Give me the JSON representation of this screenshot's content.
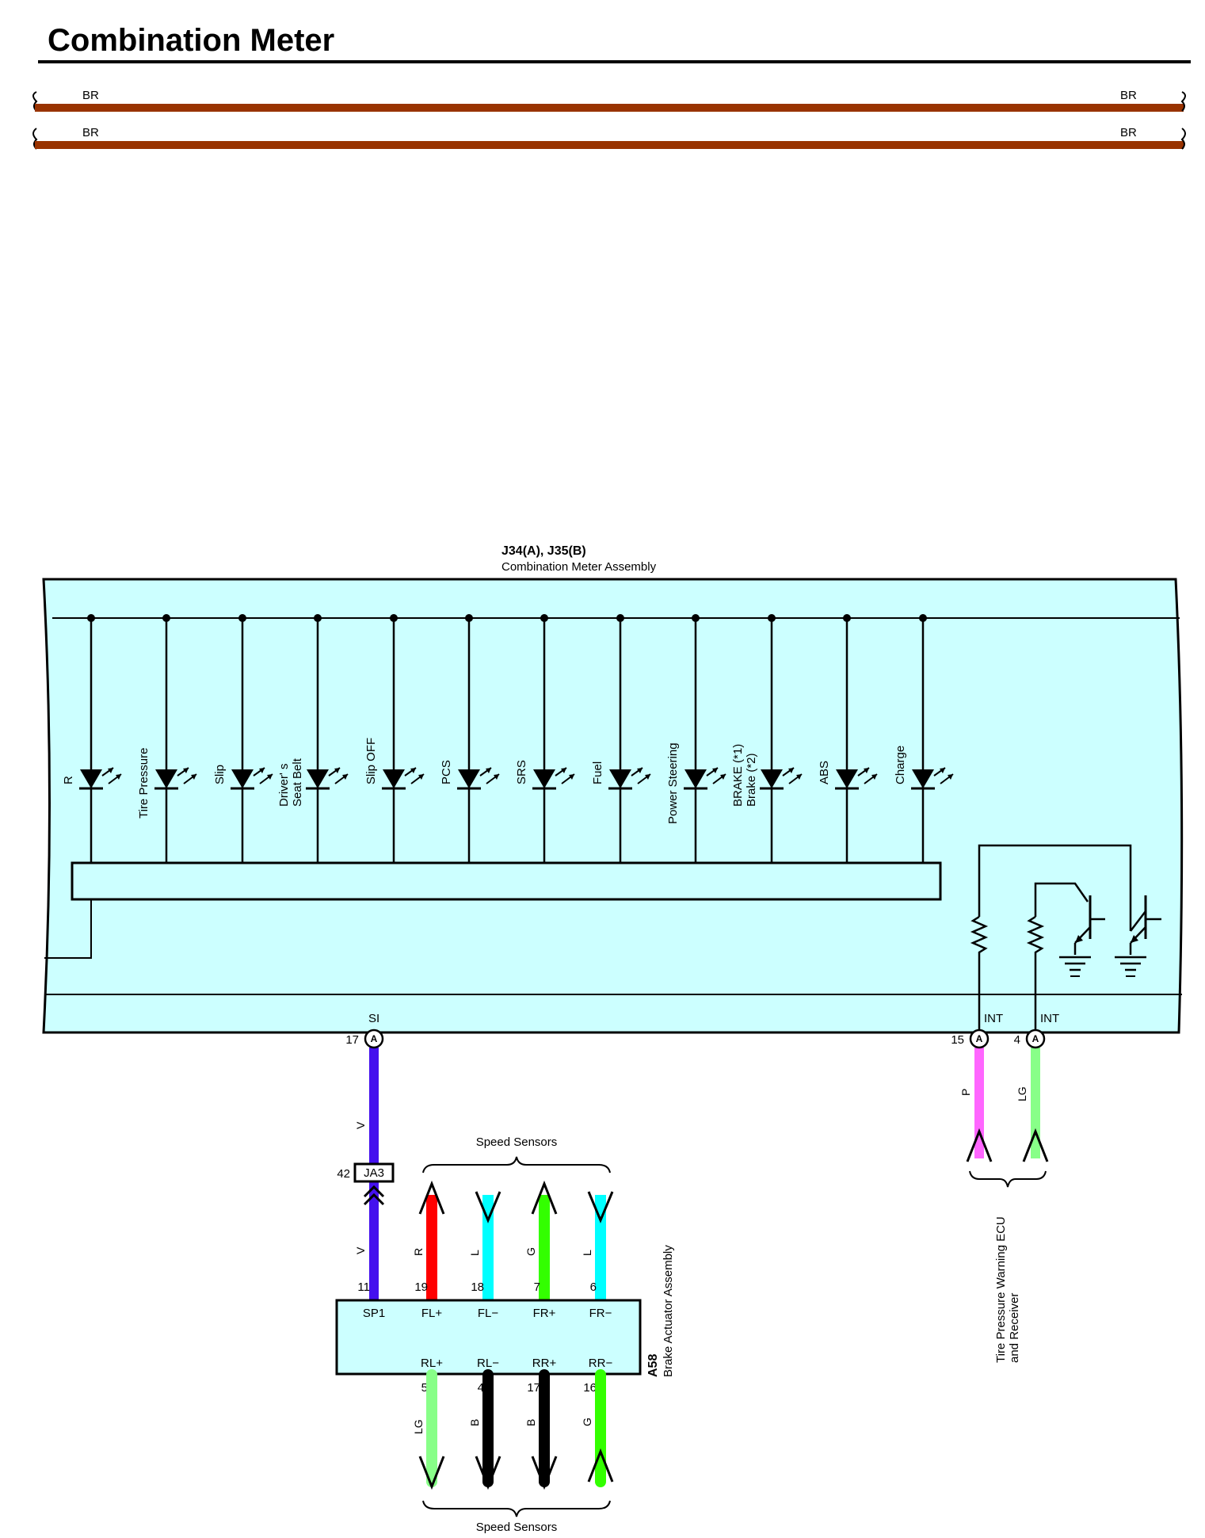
{
  "title": "Combination Meter",
  "bus_lines": [
    {
      "left_label": "BR",
      "right_label": "BR",
      "color": "#993300"
    },
    {
      "left_label": "BR",
      "right_label": "BR",
      "color": "#993300"
    }
  ],
  "meter": {
    "connector_id": "J34(A), J35(B)",
    "name": "Combination Meter Assembly",
    "fill_color": "#ccffff",
    "indicators": [
      {
        "label": "R"
      },
      {
        "label": "Tire Pressure"
      },
      {
        "label": "Slip"
      },
      {
        "label": "Driver' s",
        "label2": "Seat Belt"
      },
      {
        "label": "Slip OFF"
      },
      {
        "label": "PCS"
      },
      {
        "label": "SRS"
      },
      {
        "label": "Fuel"
      },
      {
        "label": "Power Steering"
      },
      {
        "label": "BRAKE (*1)",
        "label2": "Brake (*2)"
      },
      {
        "label": "ABS"
      },
      {
        "label": "Charge"
      }
    ],
    "terminals": {
      "si": {
        "name": "SI",
        "pin": "17",
        "connector": "A"
      },
      "int1": {
        "name": "INT",
        "pin": "15",
        "connector": "A"
      },
      "int2": {
        "name": "INT",
        "pin": "4",
        "connector": "A"
      }
    }
  },
  "junction": {
    "id": "JA3",
    "pin": "42"
  },
  "brake_actuator": {
    "id": "A58",
    "name": "Brake Actuator Assembly",
    "top_terminals": [
      {
        "pin": "11",
        "name": "SP1"
      },
      {
        "pin": "19",
        "name": "FL+"
      },
      {
        "pin": "18",
        "name": "FL−"
      },
      {
        "pin": "7",
        "name": "FR+"
      },
      {
        "pin": "6",
        "name": "FR−"
      }
    ],
    "bottom_terminals": [
      {
        "pin": "5",
        "name": "RL+"
      },
      {
        "pin": "4",
        "name": "RL−"
      },
      {
        "pin": "17",
        "name": "RR+"
      },
      {
        "pin": "16",
        "name": "RR−"
      }
    ]
  },
  "wires": {
    "si_upper": {
      "label": "V",
      "color": "#4411ee"
    },
    "si_lower": {
      "label": "V",
      "color": "#4411ee"
    },
    "fl_plus": {
      "label": "R",
      "color": "#ff0000"
    },
    "fl_minus": {
      "label": "L",
      "color": "#00ffff"
    },
    "fr_plus": {
      "label": "G",
      "color": "#33ff00"
    },
    "fr_minus": {
      "label": "L",
      "color": "#00ffff"
    },
    "rl_plus": {
      "label": "LG",
      "color": "#88ff88"
    },
    "rl_minus": {
      "label": "B",
      "color": "#000000"
    },
    "rr_plus": {
      "label": "B",
      "color": "#000000"
    },
    "rr_minus": {
      "label": "G",
      "color": "#33ff00"
    },
    "int1": {
      "label": "P",
      "color": "#ff66ff"
    },
    "int2": {
      "label": "LG",
      "color": "#88ff88"
    }
  },
  "speed_sensors_top": "Speed Sensors",
  "speed_sensors_bottom": "Speed Sensors",
  "tpms_ecu": {
    "line1": "Tire Pressure Warning ECU",
    "line2": "and Receiver"
  }
}
